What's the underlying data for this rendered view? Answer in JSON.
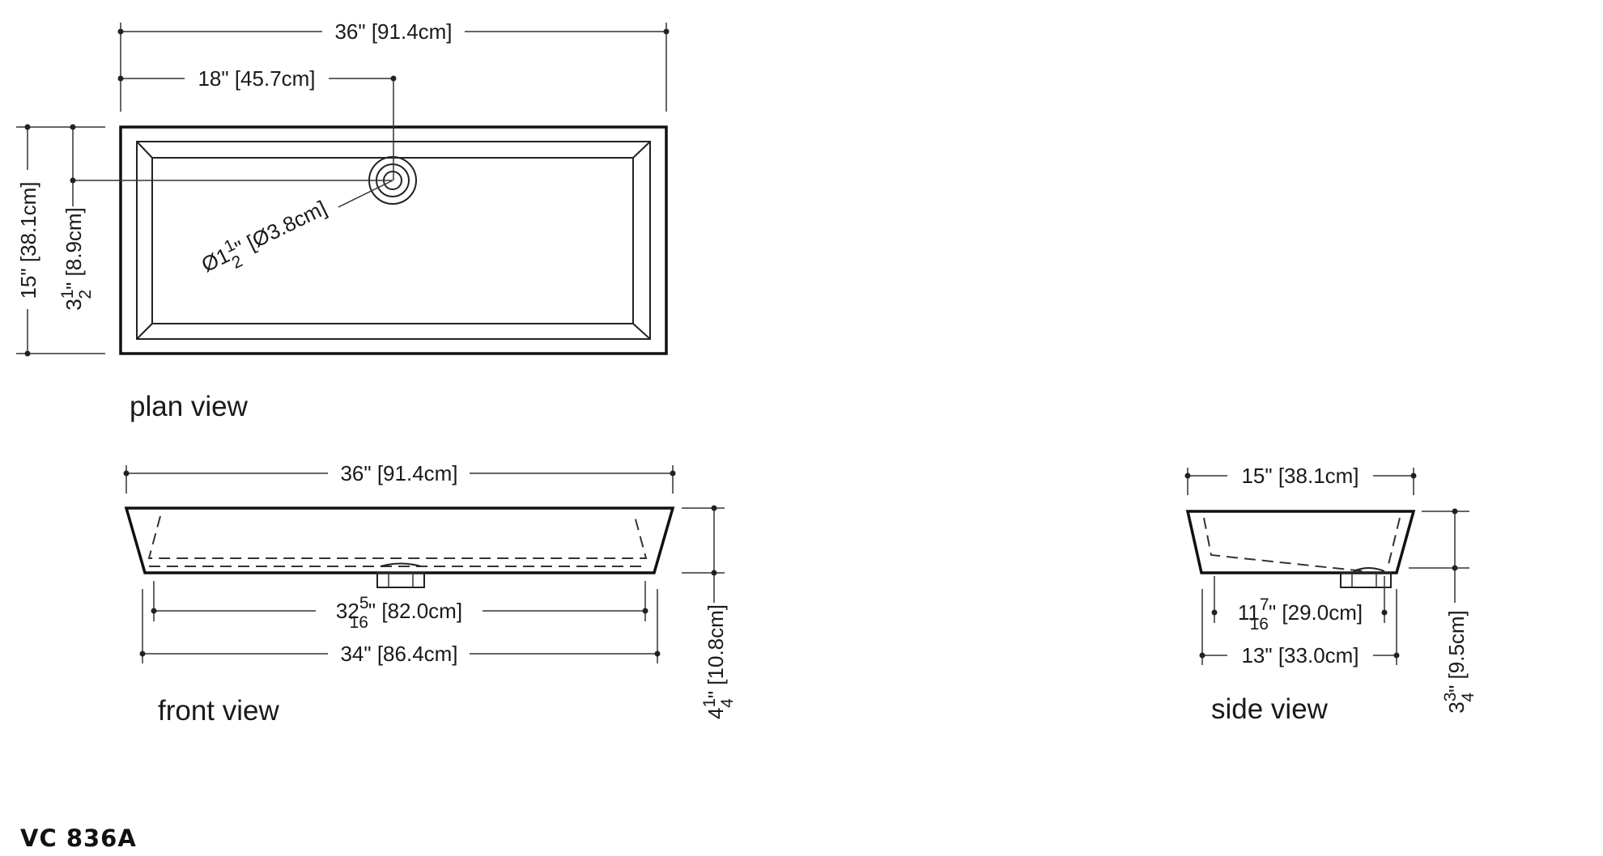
{
  "model": "VC 836A",
  "views": {
    "plan": "plan view",
    "front": "front view",
    "side": "side view"
  },
  "plan": {
    "length": "36\" [91.4cm]",
    "drain_offset": "18\" [45.7cm]",
    "width": "15\" [38.1cm]",
    "drain_from_back": {
      "whole": "3",
      "num": "1",
      "den": "2",
      "suffix": "\" [8.9cm]"
    },
    "drain_diameter": {
      "prefix": "Ø1",
      "num": "1",
      "den": "2",
      "suffix": "\" [Ø3.8cm]"
    }
  },
  "front": {
    "top_length": "36\" [91.4cm]",
    "inner_length": {
      "whole": "32",
      "num": "5",
      "den": "16",
      "suffix": "\" [82.0cm]"
    },
    "bottom_length": "34\" [86.4cm]",
    "height": {
      "whole": "4",
      "num": "1",
      "den": "4",
      "suffix": "\" [10.8cm]"
    }
  },
  "side": {
    "top_width": "15\" [38.1cm]",
    "inner_width": {
      "whole": "11",
      "num": "7",
      "den": "16",
      "suffix": "\" [29.0cm]"
    },
    "bottom_width": "13\" [33.0cm]",
    "height": {
      "whole": "3",
      "num": "3",
      "den": "4",
      "suffix": "\" [9.5cm]"
    }
  }
}
